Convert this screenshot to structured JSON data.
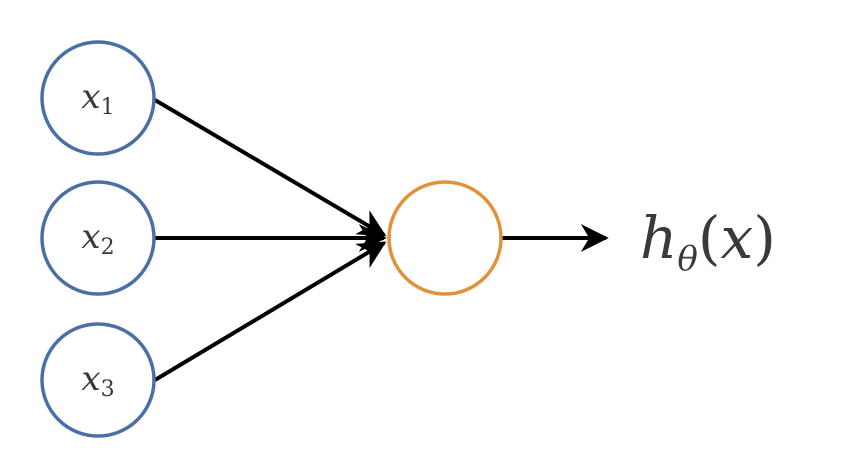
{
  "diagram": {
    "inputs": [
      {
        "var": "x",
        "sub": "1"
      },
      {
        "var": "x",
        "sub": "2"
      },
      {
        "var": "x",
        "sub": "3"
      }
    ],
    "output": {
      "func": "h",
      "sub": "θ",
      "open": "(",
      "arg": "x",
      "close": ")"
    },
    "colors": {
      "input_stroke": "#4a6fa5",
      "neuron_stroke": "#e0913a",
      "edge": "#000000",
      "text": "#3a3a3a"
    }
  }
}
